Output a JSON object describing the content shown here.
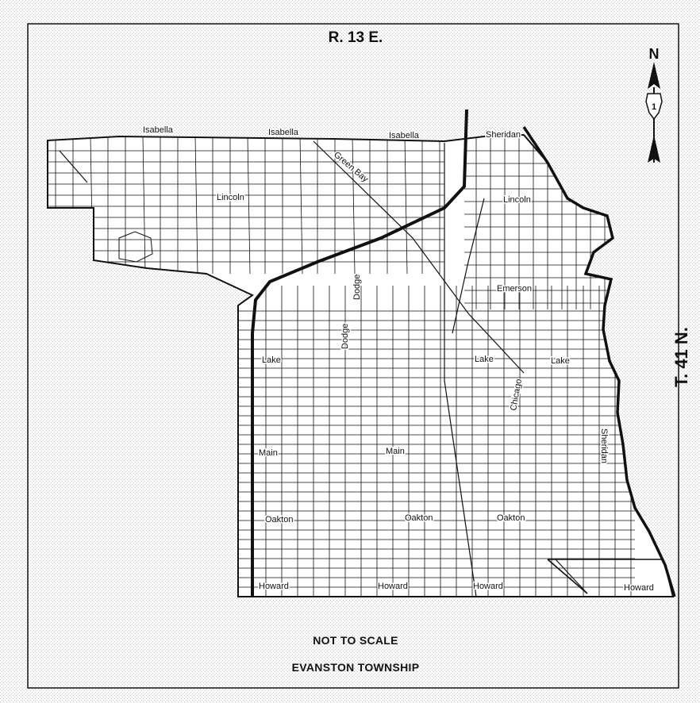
{
  "map": {
    "range_label": "R. 13 E.",
    "township_label": "T. 41 N.",
    "north_label": "N",
    "footer": {
      "line1": "NOT TO SCALE",
      "line2": "EVANSTON TOWNSHIP"
    },
    "streets": {
      "isabella_1": "Isabella",
      "isabella_2": "Isabella",
      "isabella_3": "Isabella",
      "sheridan_north": "Sheridan",
      "green_bay": "Green Bay",
      "lincoln_west": "Lincoln",
      "lincoln_east": "Lincoln",
      "dodge_upper": "Dodge",
      "dodge_lower": "Dodge",
      "emerson": "Emerson",
      "lake_west": "Lake",
      "lake_center": "Lake",
      "lake_east": "Lake",
      "chicago": "Chicago",
      "sheridan_south": "Sheridan",
      "main_west": "Main",
      "main_center": "Main",
      "oakton_west": "Oakton",
      "oakton_center": "Oakton",
      "oakton_east": "Oakton",
      "howard_1": "Howard",
      "howard_2": "Howard",
      "howard_3": "Howard",
      "howard_4": "Howard"
    },
    "icons": {
      "north_arrow": "north-arrow-icon",
      "route_shield": "route-shield-icon"
    },
    "colors": {
      "ink": "#111111",
      "paper": "#ffffff",
      "stipple": "#bdbdbd"
    }
  }
}
